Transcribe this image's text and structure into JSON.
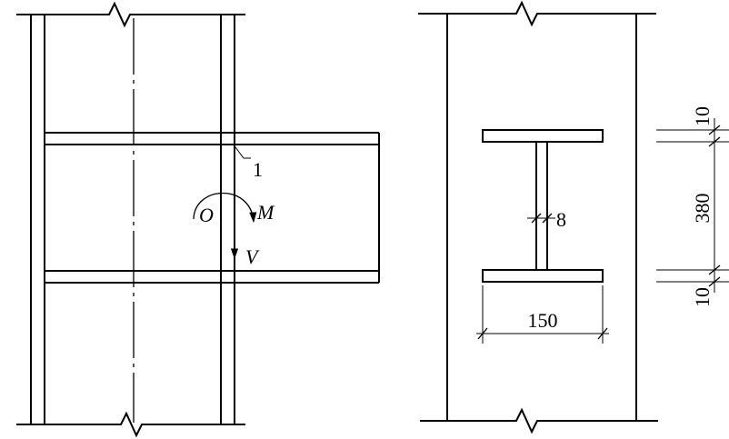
{
  "left_view": {
    "callout": "1",
    "point": "O",
    "moment": "M",
    "shear": "V"
  },
  "right_view": {
    "flange_width": "150",
    "web_thickness": "8",
    "top_flange_thickness": "10",
    "web_height": "380",
    "bottom_flange_thickness": "10"
  }
}
